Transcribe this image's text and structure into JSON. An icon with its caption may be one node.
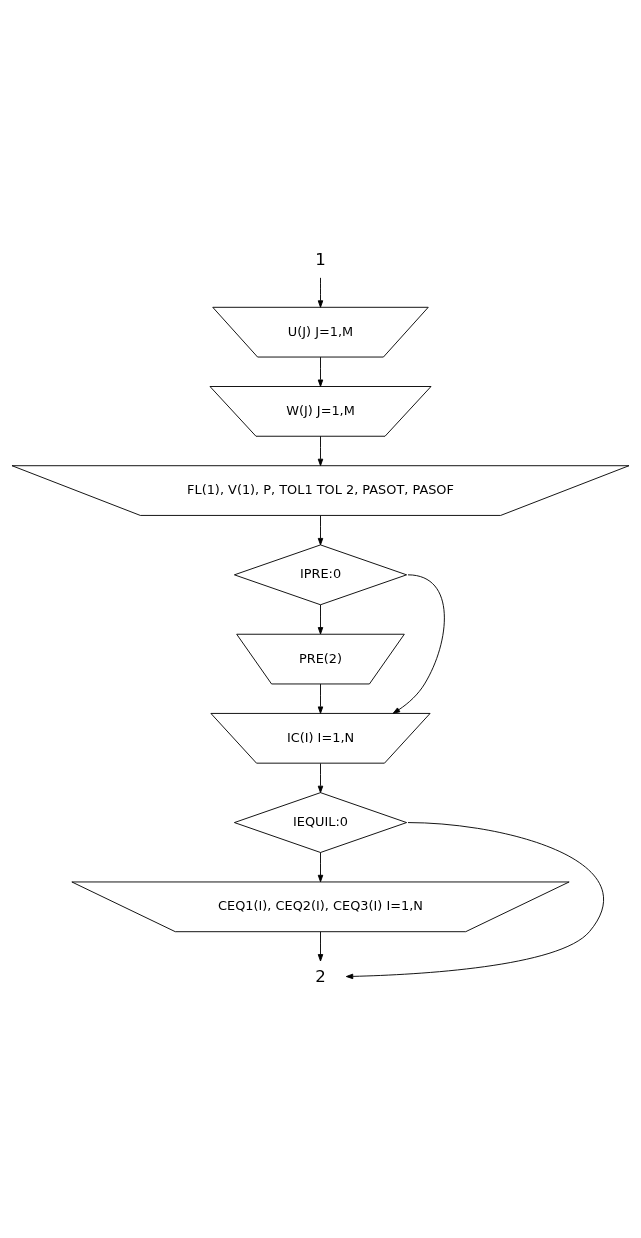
{
  "diagram": {
    "nodes": [
      {
        "text": [
          "1"
        ]
      },
      {
        "text": [
          "U(J) J=1,M"
        ]
      },
      {
        "text": [
          "W(J) J=1,M"
        ]
      },
      {
        "text": [
          "FL(1), V(1), P, TOL1 TOL 2, PASOT, PASOF"
        ]
      },
      {
        "text": [
          "IPRE:0"
        ]
      },
      {
        "text": [
          "PRE(2)"
        ]
      },
      {
        "text": [
          "IC(I) I=1,N"
        ]
      },
      {
        "text": [
          "IEQUIL:0"
        ]
      },
      {
        "text": [
          "CEQ1(I), CEQ2(I), CEQ3(I) I=1,N"
        ]
      },
      {
        "text": [
          "2"
        ]
      }
    ],
    "edges": [
      {
        "from": 0,
        "to": 1,
        "arrow": "to"
      },
      {
        "from": 1,
        "to": 2,
        "arrow": "to"
      },
      {
        "from": 2,
        "to": 3,
        "arrow": "to"
      },
      {
        "from": 3,
        "to": 4,
        "arrow": "to"
      },
      {
        "from": 4,
        "to": 5,
        "arrow": "to"
      },
      {
        "from": 4,
        "to": 6,
        "arrow": "to"
      },
      {
        "from": 5,
        "to": 6,
        "arrow": "to"
      },
      {
        "from": 6,
        "to": 7,
        "arrow": "to"
      },
      {
        "from": 7,
        "to": 8,
        "arrow": "to"
      },
      {
        "from": 7,
        "to": 9,
        "arrow": "to"
      },
      {
        "from": 8,
        "to": 9,
        "arrow": "to"
      }
    ]
  }
}
